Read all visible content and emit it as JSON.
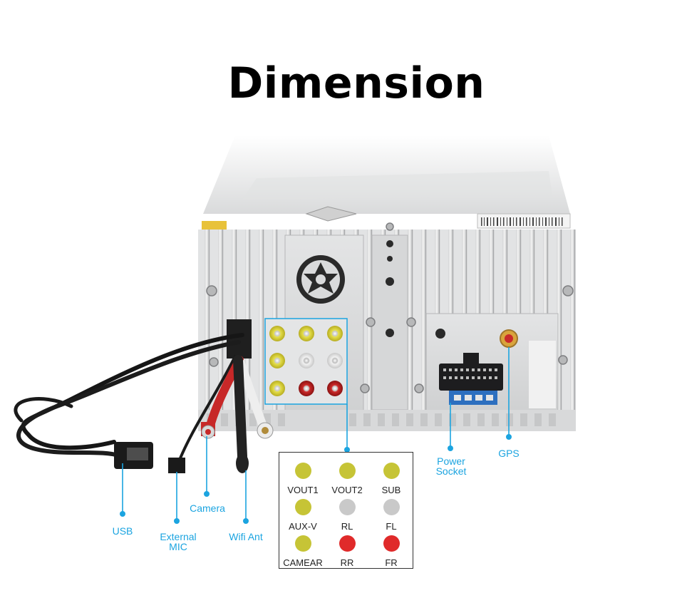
{
  "title": "Dimension",
  "callouts": {
    "usb": "USB",
    "external_mic_line1": "External",
    "external_mic_line2": "MIC",
    "camera": "Camera",
    "wifi_ant": "Wifi Ant",
    "power_socket_line1": "Power",
    "power_socket_line2": "Socket",
    "gps": "GPS"
  },
  "legend": {
    "items": [
      {
        "label": "VOUT1",
        "color": "#c6c436"
      },
      {
        "label": "VOUT2",
        "color": "#c6c436"
      },
      {
        "label": "SUB",
        "color": "#c6c436"
      },
      {
        "label": "AUX-V",
        "color": "#c6c436"
      },
      {
        "label": "RL",
        "color": "#c9c9c9"
      },
      {
        "label": "FL",
        "color": "#c9c9c9"
      },
      {
        "label": "CAMEAR",
        "color": "#c6c436"
      },
      {
        "label": "RR",
        "color": "#e02a2a"
      },
      {
        "label": "FR",
        "color": "#e02a2a"
      }
    ]
  },
  "colors": {
    "callout_blue": "#1ba4e0"
  }
}
